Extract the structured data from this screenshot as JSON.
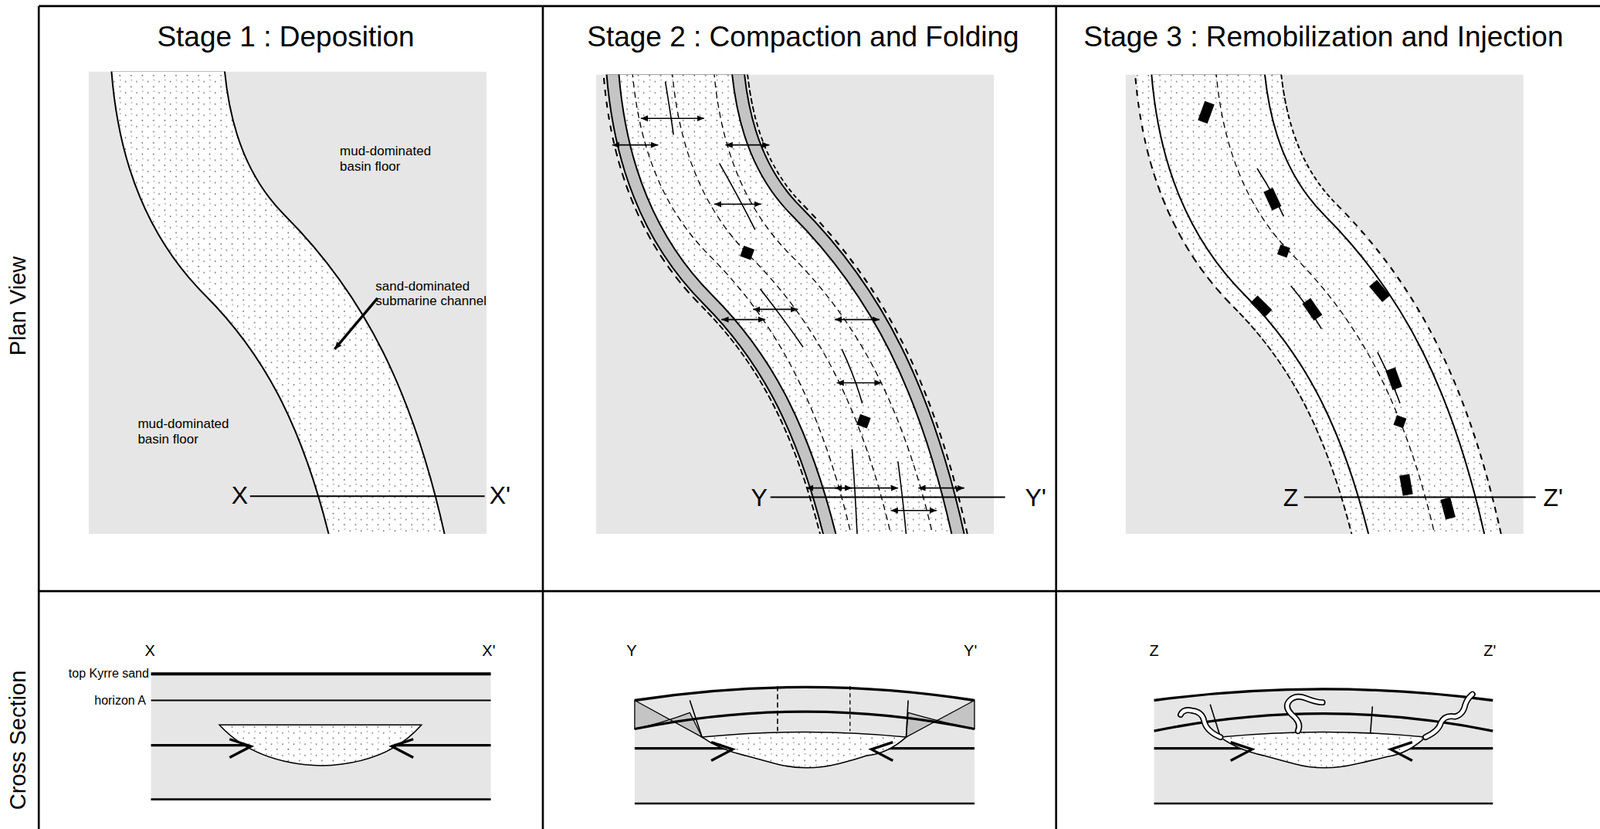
{
  "diagram": {
    "labels": [
      "Stage 1 : Deposition",
      "Stage 2 : Compaction and Folding",
      "Stage 3 : Remobilization and Injection",
      "Plan View",
      "Cross Section",
      "mud-dominated basin floor",
      "sand-dominated submarine channel",
      "mud-dominated basin floor",
      "X",
      "X'",
      "Y",
      "Y'",
      "Z",
      "Z'",
      "X",
      "X'",
      "top Kyrre sand",
      "horizon A",
      "Y",
      "Y'",
      "Z",
      "Z'"
    ]
  }
}
